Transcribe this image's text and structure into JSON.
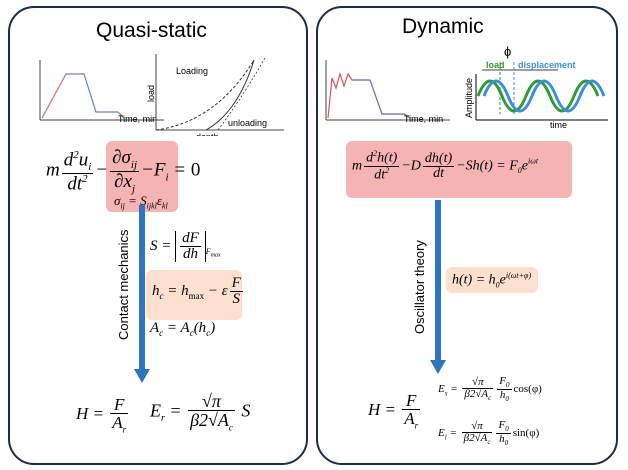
{
  "left": {
    "title": "Quasi-static",
    "side_label": "Contact mechanics",
    "mini_chart_axis": "Time, min",
    "ld_chart": {
      "y_label": "load",
      "x_label": "depth",
      "loading": "Loading",
      "unloading": "unloading"
    }
  },
  "right": {
    "title": "Dynamic",
    "side_label": "Oscillator theory",
    "mini_chart_axis": "Time, min",
    "wave_chart": {
      "phi": "ϕ",
      "load": "load",
      "displacement": "displacement",
      "y_label": "Amplitude",
      "x_label": "time"
    }
  },
  "colors": {
    "arrow": "#2e74c0",
    "pink_box": "#f6b3b3",
    "peach_box": "#fde0cf",
    "panel_border": "#1f2a44",
    "wave_load": "#2f9a2f",
    "wave_displacement": "#3b8fd6"
  }
}
